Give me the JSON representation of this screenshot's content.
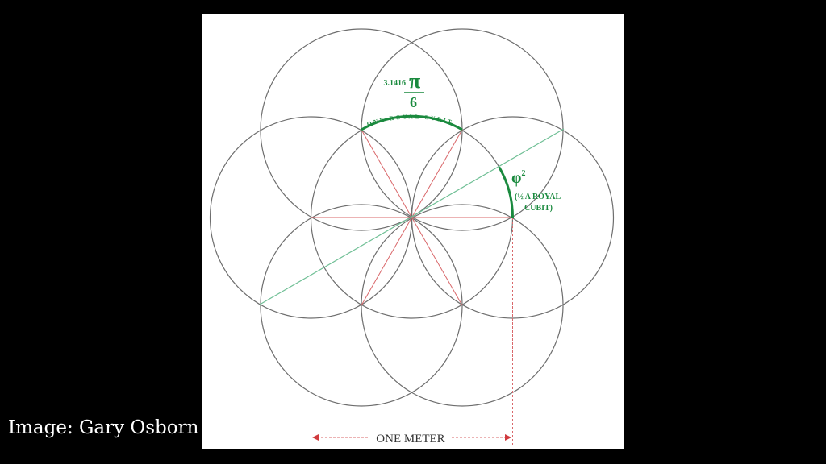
{
  "credit": "Image: Gary Osborn",
  "diagram": {
    "pi_coefficient": "3.1416",
    "pi_symbol": "π",
    "denominator": "6",
    "arc_label": "ONE ROYAL CUBIT",
    "phi_label": "φ",
    "phi_exponent": "2",
    "half_cubit_line1": "(½ A ROYAL",
    "half_cubit_line2": "CUBIT)",
    "measure_label": "ONE METER"
  },
  "colors": {
    "circle": "#6e6e6e",
    "green": "#1a8a3e",
    "red": "#d9676a",
    "diagonal": "#6fbf95"
  }
}
